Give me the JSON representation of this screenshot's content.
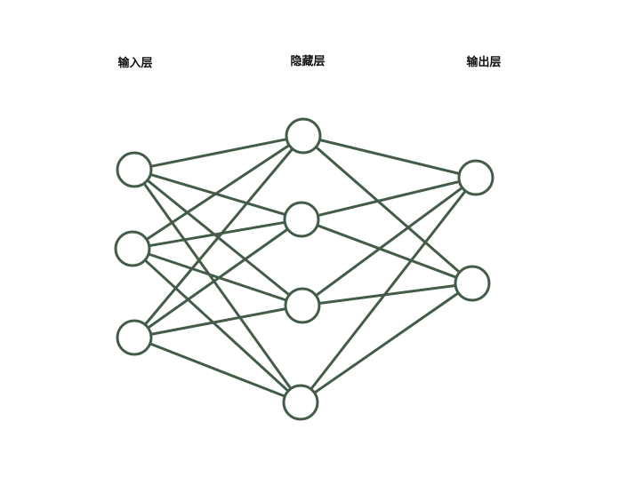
{
  "diagram": {
    "type": "neural-network",
    "stroke_color": "#435c48",
    "node_fill": "#ffffff",
    "layers": [
      {
        "label": "输入层",
        "node_count": 3
      },
      {
        "label": "隐藏层",
        "node_count": 4
      },
      {
        "label": "输出层",
        "node_count": 2
      }
    ],
    "connectivity": "fully-connected"
  }
}
